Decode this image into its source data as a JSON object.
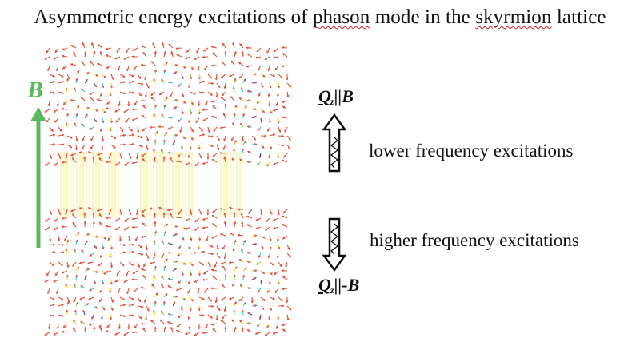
{
  "title": {
    "before_phason": "Asymmetric energy excitations of ",
    "phason": "phason",
    "middle": " mode in the ",
    "skyrmion": "skyrmion",
    "after": " lattice"
  },
  "field_label": "B",
  "q_top": {
    "q": "Q",
    "sub": "z",
    "rel": "||",
    "b": "B"
  },
  "q_bottom": {
    "q": "Q",
    "sub": "z",
    "rel": "||-",
    "b": "B"
  },
  "lower_label": "lower frequency excitations",
  "higher_label": "higher frequency excitations",
  "colors": {
    "field_arrow": "#5cb85c",
    "spin_arrows": "#e0503a",
    "core_blue": "#2a3fd0",
    "ring_cyan": "#2ec8e8",
    "ring_green": "#7dd34a",
    "ring_yellow": "#f0d020",
    "string_yellow": "#f3ec6a",
    "squiggle": "#d02020"
  }
}
